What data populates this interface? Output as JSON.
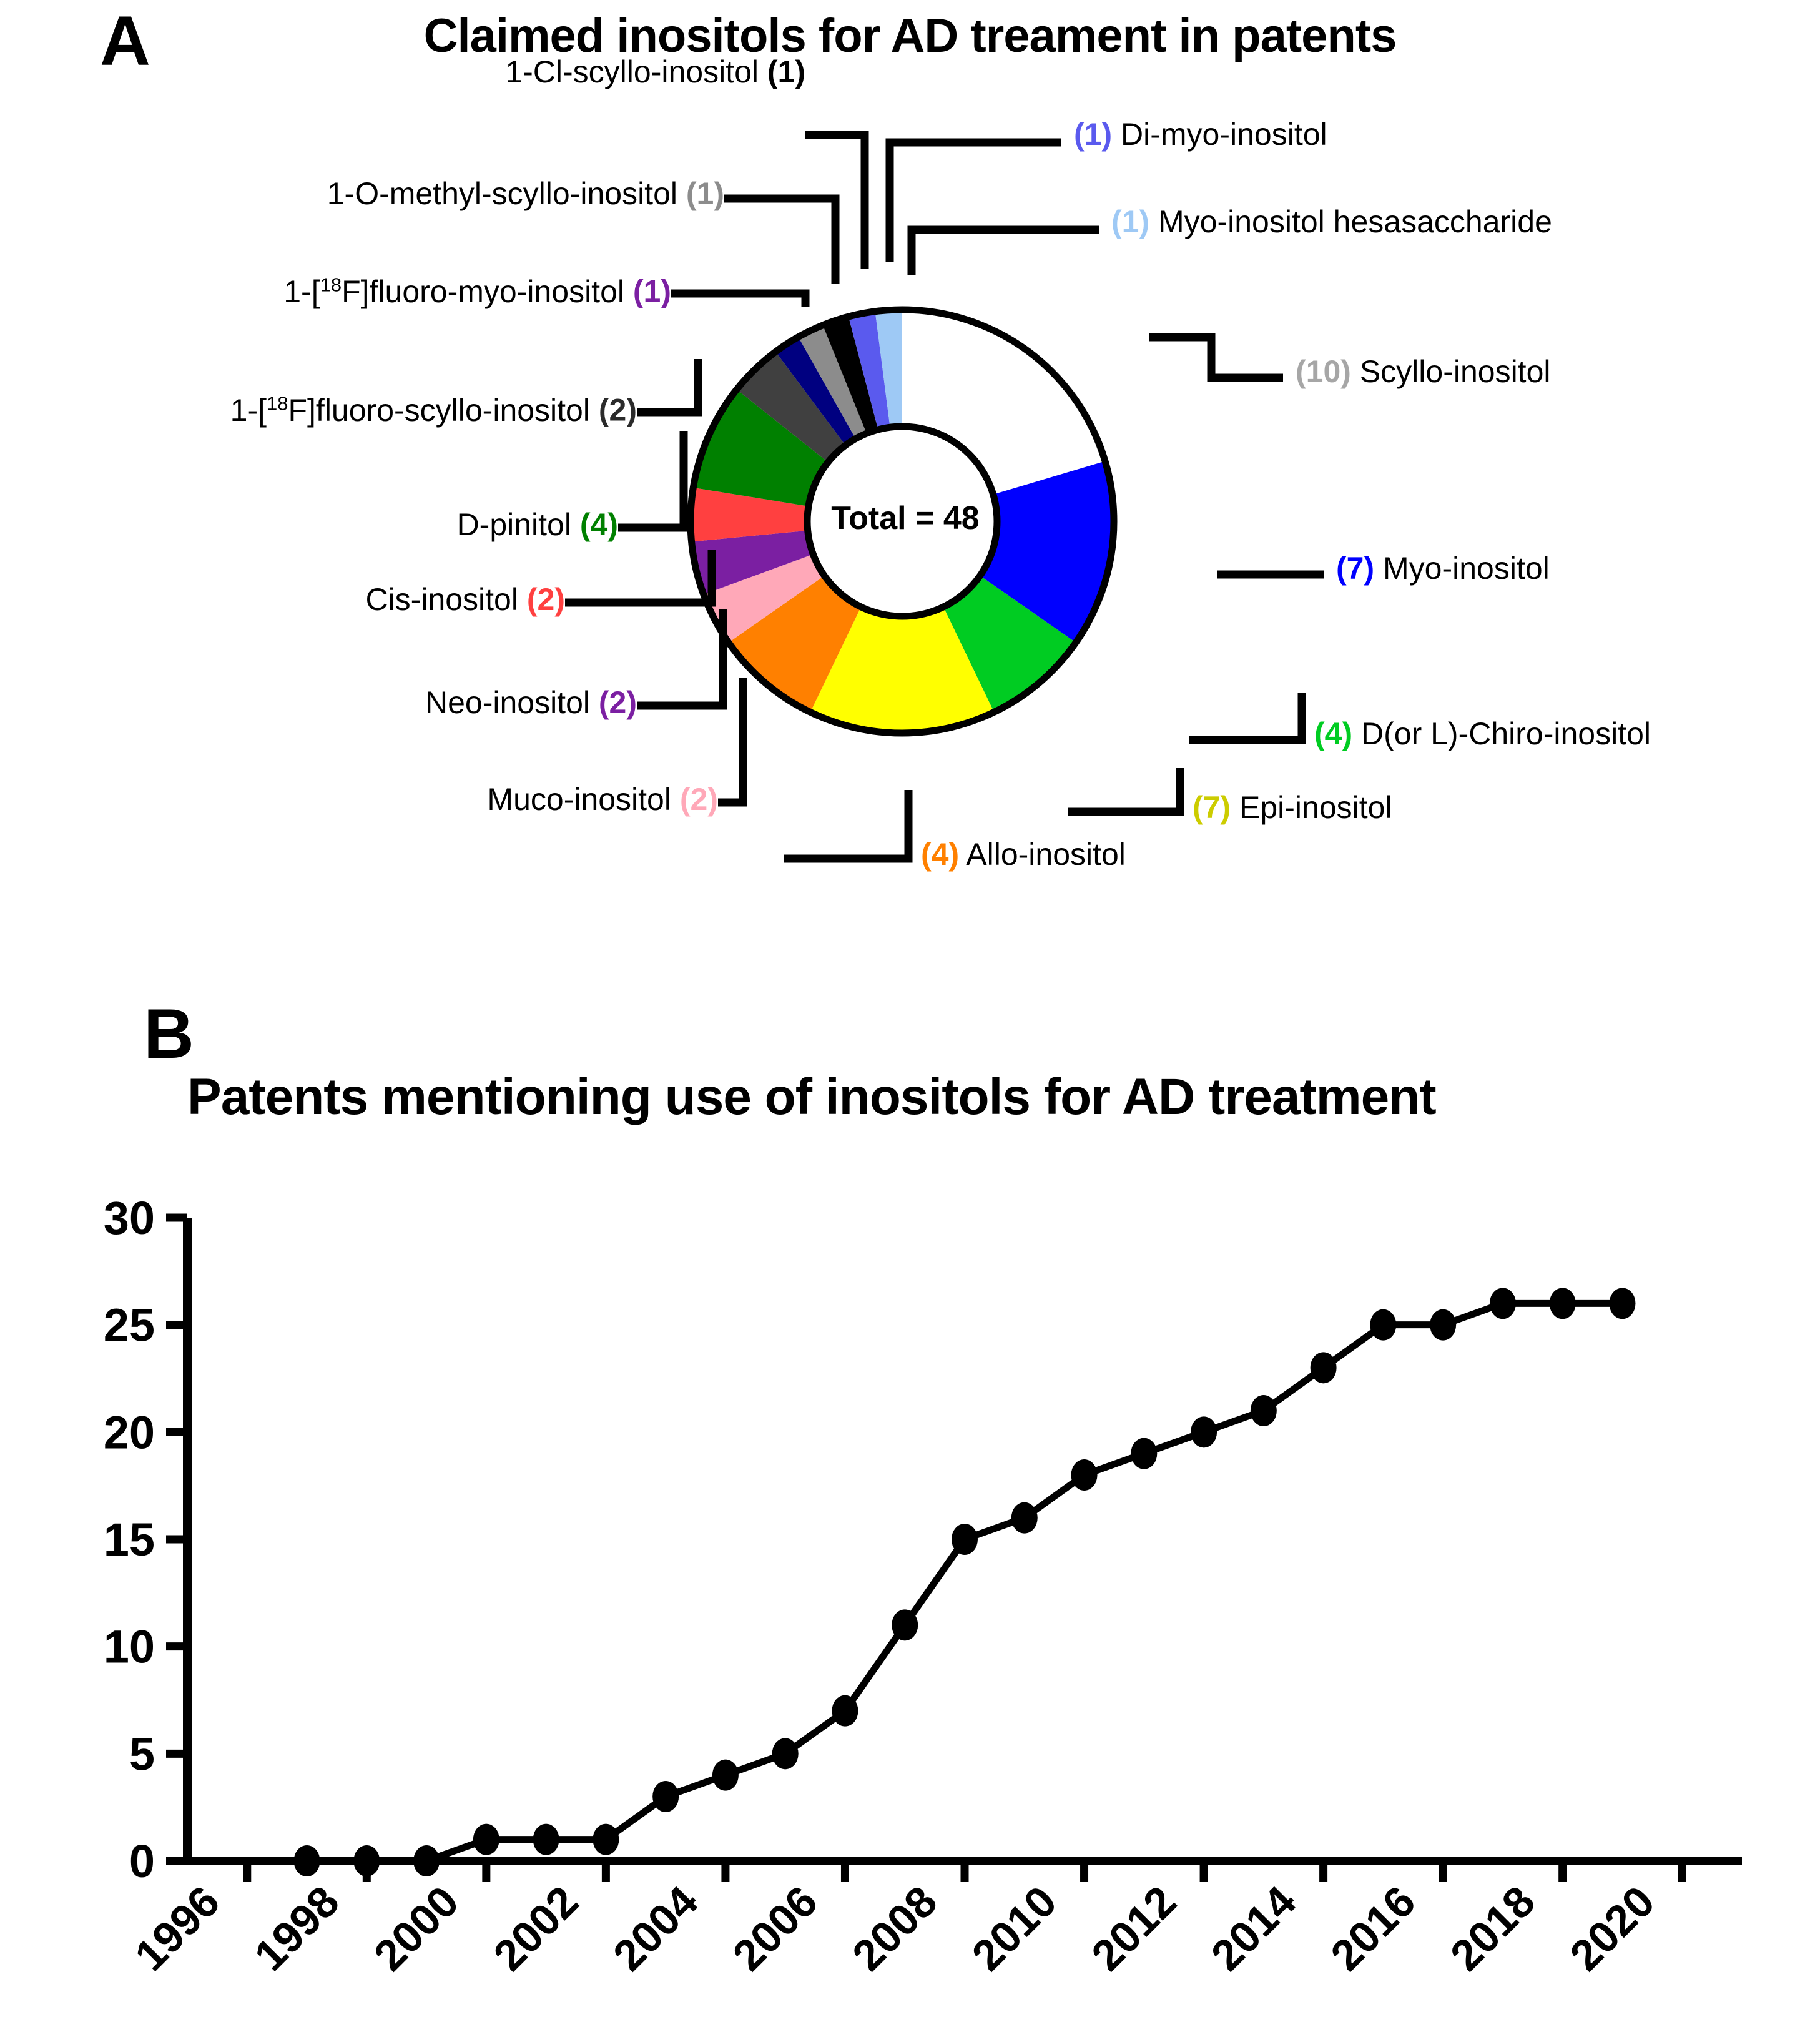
{
  "panelA": {
    "letter": "A",
    "title": "Claimed inositols for AD treament in patents",
    "center_label": "Total = 48",
    "total": 48,
    "labels_right": [
      {
        "name": "Di-myo-inositol",
        "count": "(1)",
        "color": "#5a5aee"
      },
      {
        "name": "Myo-inositol hesasaccharide",
        "count": "(1)",
        "color": "#9ec9f5"
      },
      {
        "name": "Scyllo-inositol",
        "count": "(10)",
        "color": "#a6a6a6"
      },
      {
        "name": "Myo-inositol",
        "count": "(7)",
        "color": "#0000ff"
      },
      {
        "name": "D(or L)-Chiro-inositol",
        "count": "(4)",
        "color": "#00cc22"
      },
      {
        "name": "Epi-inositol",
        "count": "(7)",
        "color": "#cccc00"
      },
      {
        "name": "Allo-inositol",
        "count": "(4)",
        "color": "#ff8000"
      }
    ],
    "labels_left": [
      {
        "name": "1-Cl-scyllo-inositol",
        "count": "(1)",
        "color": "#000000"
      },
      {
        "name": "1-O-methyl-scyllo-inositol",
        "count": "(1)",
        "color": "#8c8c8c"
      },
      {
        "name": "1-[18F]fluoro-myo-inositol",
        "count": "(1)",
        "color": "#7b1fa2"
      },
      {
        "name": "1-[18F]fluoro-scyllo-inositol",
        "count": "(2)",
        "color": "#404040"
      },
      {
        "name": "D-pinitol",
        "count": "(4)",
        "color": "#008000"
      },
      {
        "name": "Cis-inositol",
        "count": "(2)",
        "color": "#ff4040"
      },
      {
        "name": "Neo-inositol",
        "count": "(2)",
        "color": "#7b1fa2"
      },
      {
        "name": "Muco-inositol",
        "count": "(2)",
        "color": "#ffa8b8"
      }
    ]
  },
  "panelB": {
    "letter": "B",
    "title": "Patents mentioning use of inositols for AD treatment"
  },
  "chart_data": [
    {
      "type": "pie",
      "title": "Claimed inositols for AD treament in patents",
      "center_text": "Total = 48",
      "total": 48,
      "labels": [
        "Scyllo-inositol",
        "Myo-inositol",
        "D(or L)-Chiro-inositol",
        "Epi-inositol",
        "Allo-inositol",
        "Muco-inositol",
        "Neo-inositol",
        "Cis-inositol",
        "D-pinitol",
        "1-[18F]fluoro-scyllo-inositol",
        "1-O-methyl-scyllo-inositol",
        "1-Cl-scyllo-inositol",
        "1-[18F]fluoro-myo-inositol",
        "Di-myo-inositol",
        "Myo-inositol hesasaccharide"
      ],
      "values": [
        10,
        7,
        4,
        7,
        4,
        2,
        2,
        2,
        4,
        2,
        1,
        1,
        1,
        1,
        1
      ],
      "colors": [
        "#ffffff",
        "#0000ff",
        "#00cc22",
        "#ffff00",
        "#ff8000",
        "#ffa8b8",
        "#7b1fa2",
        "#ff4040",
        "#008000",
        "#404040",
        "#000080",
        "#8c8c8c",
        "#000000",
        "#5a5aee",
        "#9ec9f5"
      ],
      "legend_position": "around",
      "donut": true
    },
    {
      "type": "line",
      "title": "Patents mentioning use of inositols for AD treatment",
      "xlabel": "",
      "ylabel": "",
      "xlim": [
        1995,
        2021
      ],
      "ylim": [
        0,
        30
      ],
      "xticks": [
        1996,
        1998,
        2000,
        2002,
        2004,
        2006,
        2008,
        2010,
        2012,
        2014,
        2016,
        2018,
        2020
      ],
      "yticks": [
        0,
        5,
        10,
        15,
        20,
        25,
        30
      ],
      "grid": false,
      "marker": "circle",
      "x": [
        1997,
        1998,
        1999,
        2000,
        2001,
        2002,
        2003,
        2004,
        2005,
        2006,
        2007,
        2008,
        2009,
        2010,
        2011,
        2012,
        2013,
        2014,
        2015,
        2016,
        2017,
        2018,
        2019
      ],
      "values": [
        0,
        0,
        0,
        1,
        1,
        1,
        3,
        4,
        5,
        7,
        11,
        15,
        16,
        18,
        19,
        20,
        21,
        23,
        25,
        25,
        26,
        26,
        26
      ]
    }
  ]
}
